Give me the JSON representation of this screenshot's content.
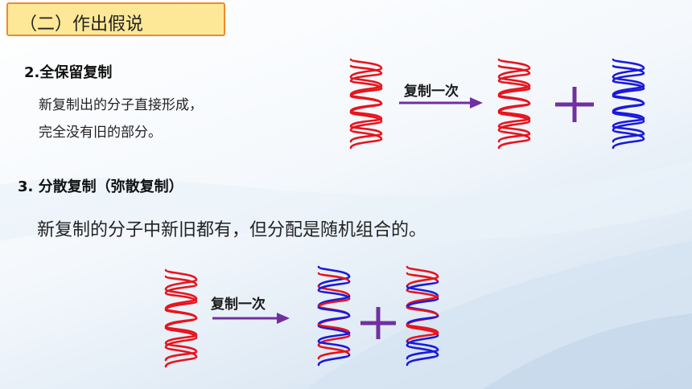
{
  "header": {
    "title": "（二）作出假说"
  },
  "section2": {
    "title": "2.全保留复制",
    "lines": [
      "新复制出的分子直接形成，",
      "完全没有旧的部分。"
    ],
    "arrow_label": "复制一次"
  },
  "section3": {
    "title": "3. 分散复制（弥散复制）",
    "description": "新复制的分子中新旧都有，但分配是随机组合的。",
    "arrow_label": "复制一次"
  },
  "colors": {
    "old_strand": "#e8141c",
    "new_strand": "#1a1adc",
    "arrow": "#7030a0",
    "plus": "#7030a0",
    "header_fill": "#fde897",
    "header_border": "#f08a2a"
  }
}
